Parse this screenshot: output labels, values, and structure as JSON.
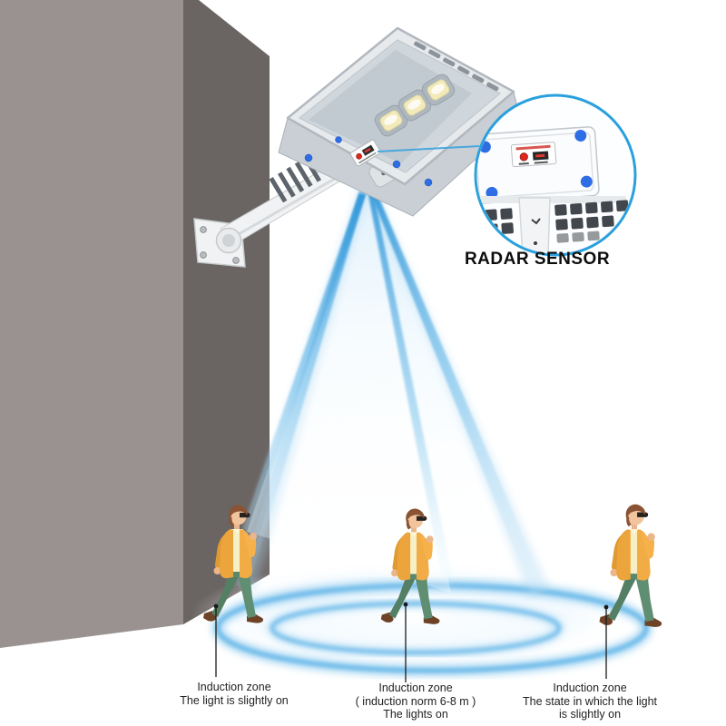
{
  "inset": {
    "caption": "RADAR SENSOR"
  },
  "labels": {
    "zone1": {
      "line1": "Induction zone",
      "line2": "The light is slightly on"
    },
    "zone2": {
      "line1": "Induction zone",
      "line2": "( induction norm 6-8 m )",
      "line3": "The lights on"
    },
    "zone3": {
      "line1": "Induction zone",
      "line2": "The state in which the light",
      "line3": "is slightly on"
    }
  },
  "colors": {
    "accent_blue": "#2aa0dd",
    "beam_blue": "#4ea9e4",
    "screw_blue": "#2f6de4",
    "indicator_red": "#e2251d",
    "wall_front": "#9a9191",
    "wall_side": "#6a6462",
    "jacket_yellow": "#f0a93c",
    "pants_green": "#5f8e72",
    "lamp_silver": "#e6eaed",
    "led_chip": "#f2eab8"
  }
}
